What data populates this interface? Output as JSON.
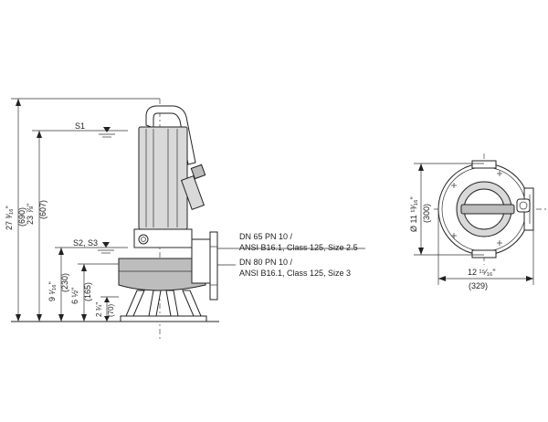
{
  "levels": {
    "s1": "S1",
    "s2_s3": "S2, S3"
  },
  "dimensions": {
    "overall_height_in": "27 ³⁄₁₆\"",
    "overall_height_mm": "(690)",
    "s1_height_in": "23 ⅞\"",
    "s1_height_mm": "(607)",
    "s2_height_in": "9 ¹⁄₁₆\"",
    "s2_height_mm": "(230)",
    "outlet_height_in": "6 ½\"",
    "outlet_height_mm": "(165)",
    "foot_height_in": "2 ¾\"",
    "foot_height_mm": "(70)",
    "diameter_in": "Ø 11 ¹³⁄₁₆\"",
    "diameter_mm": "(300)",
    "width_in": "12 ¹⁵⁄₁₆\"",
    "width_mm": "(329)"
  },
  "flange_notes": {
    "line1": "DN 65 PN 10 /",
    "line2": "ANSI B16.1, Class 125, Size 2.5",
    "line3": "DN 80 PN 10 /",
    "line4": "ANSI B16.1, Class 125, Size 3"
  }
}
